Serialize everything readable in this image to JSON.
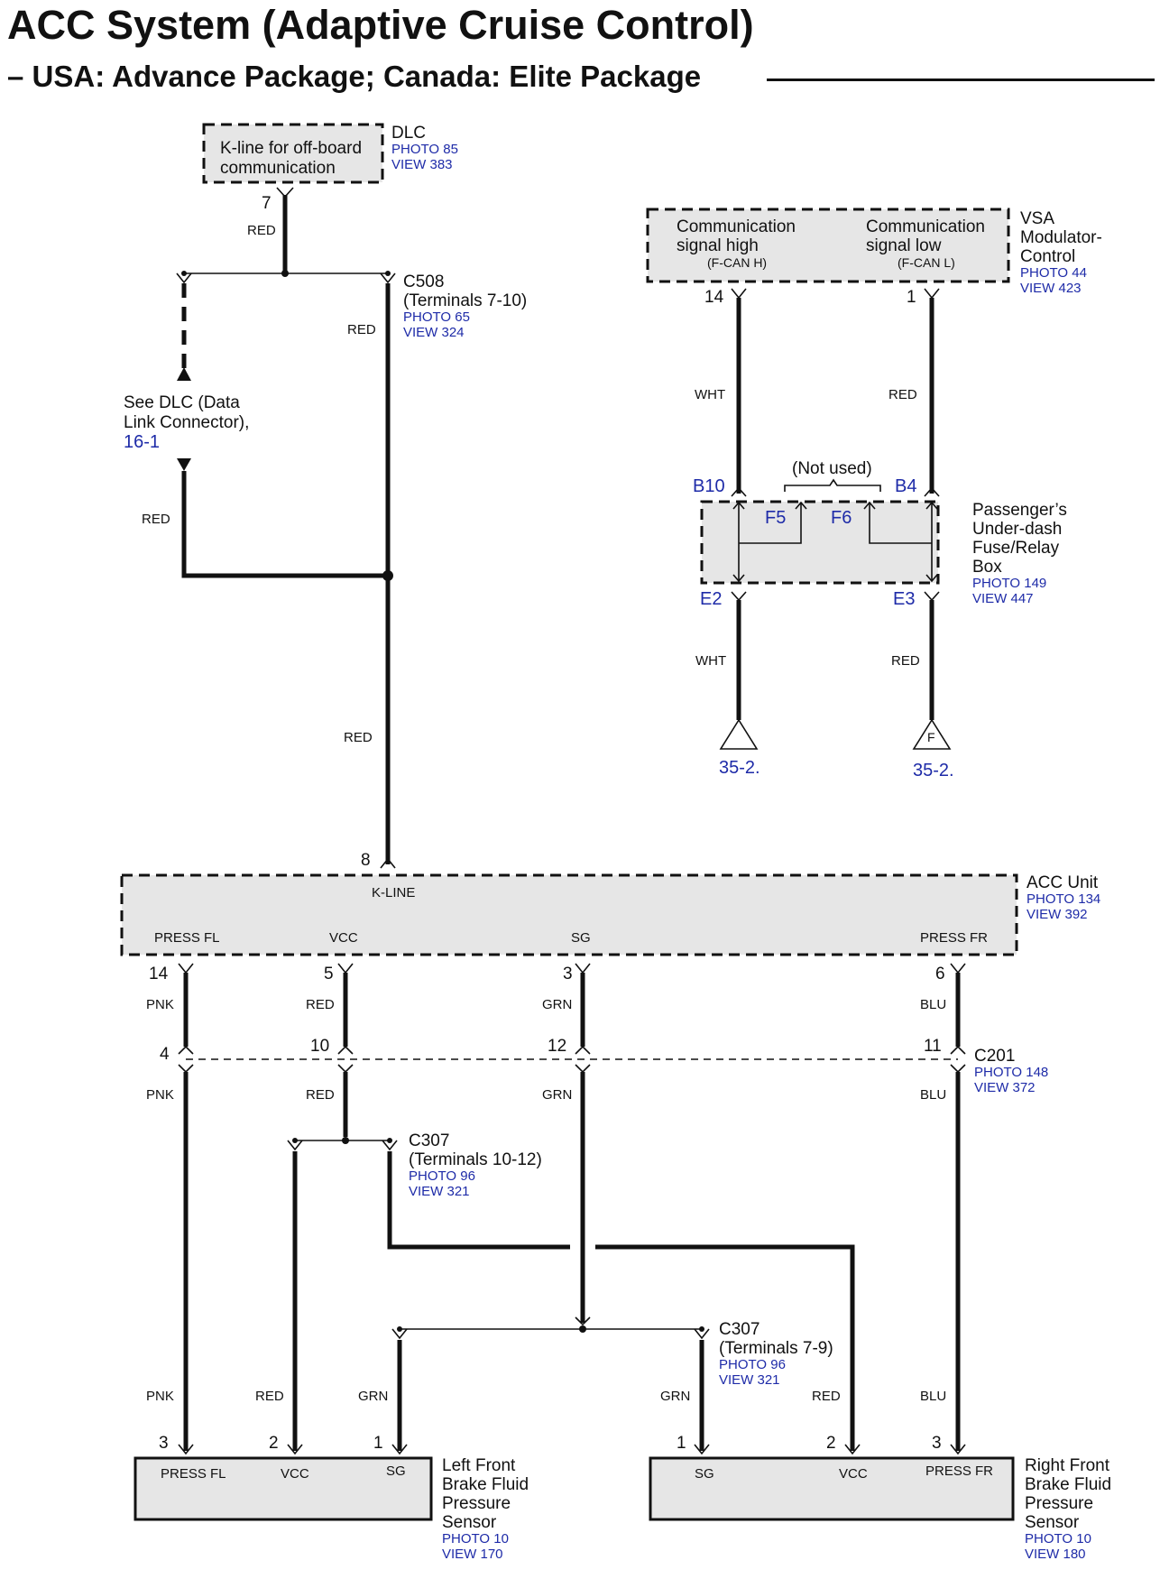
{
  "header": {
    "title": "ACC System (Adaptive Cruise Control)",
    "subtitle": "– USA: Advance Package; Canada: Elite Package"
  },
  "dlc": {
    "box_text_1": "K-line for off-board",
    "box_text_2": "communication",
    "name": "DLC",
    "photo": "PHOTO 85",
    "view": "VIEW 383",
    "pin": "7",
    "wire_color": "RED"
  },
  "c508": {
    "name": "C508",
    "terminals": "(Terminals 7-10)",
    "photo": "PHOTO 65",
    "view": "VIEW 324",
    "wire_color_right": "RED",
    "wire_color_left": "RED",
    "wire_color_lower": "RED"
  },
  "see_dlc": {
    "line1": "See DLC (Data",
    "line2": "Link Connector),",
    "ref": "16-1"
  },
  "vsa": {
    "left_line1": "Communication",
    "left_line2": "signal high",
    "left_sub": "(F-CAN H)",
    "right_line1": "Communication",
    "right_line2": "signal low",
    "right_sub": "(F-CAN L)",
    "name1": "VSA",
    "name2": "Modulator-",
    "name3": "Control",
    "photo": "PHOTO 44",
    "view": "VIEW 423",
    "pin_left": "14",
    "pin_right": "1",
    "wire_left": "WHT",
    "wire_right": "RED"
  },
  "fuse_box": {
    "not_used": "(Not used)",
    "pin_b10": "B10",
    "pin_b4": "B4",
    "pin_f5": "F5",
    "pin_f6": "F6",
    "pin_e2": "E2",
    "pin_e3": "E3",
    "name1": "Passenger’s",
    "name2": "Under-dash",
    "name3": "Fuse/Relay",
    "name4": "Box",
    "photo": "PHOTO 149",
    "view": "VIEW 447",
    "wire_left": "WHT",
    "wire_right": "RED",
    "ref_left": "35-2.",
    "ref_right": "35-2.",
    "ref_right_letter": "F"
  },
  "acc_unit": {
    "name": "ACC Unit",
    "photo": "PHOTO 134",
    "view": "VIEW 392",
    "kline": "K-LINE",
    "pin_kline": "8",
    "label_press_fl": "PRESS FL",
    "label_vcc": "VCC",
    "label_sg": "SG",
    "label_press_fr": "PRESS FR",
    "pin_press_fl": "14",
    "pin_vcc": "5",
    "pin_sg": "3",
    "pin_press_fr": "6",
    "wire_press_fl": "PNK",
    "wire_vcc": "RED",
    "wire_sg": "GRN",
    "wire_press_fr": "BLU"
  },
  "c201": {
    "name": "C201",
    "photo": "PHOTO 148",
    "view": "VIEW 372",
    "pin_1": "4",
    "pin_2": "10",
    "pin_3": "12",
    "pin_4": "11",
    "wire_1": "PNK",
    "wire_2": "RED",
    "wire_3": "GRN",
    "wire_4": "BLU"
  },
  "c307_upper": {
    "name": "C307",
    "terminals": "(Terminals 10-12)",
    "photo": "PHOTO 96",
    "view": "VIEW 321"
  },
  "c307_lower": {
    "name": "C307",
    "terminals": "(Terminals 7-9)",
    "photo": "PHOTO 96",
    "view": "VIEW 321"
  },
  "left_sensor": {
    "name1": "Left Front",
    "name2": "Brake Fluid",
    "name3": "Pressure",
    "name4": "Sensor",
    "photo": "PHOTO 10",
    "view": "VIEW 170",
    "label_press": "PRESS FL",
    "label_vcc": "VCC",
    "label_sg": "SG",
    "pin_press": "3",
    "pin_vcc": "2",
    "pin_sg": "1",
    "wire_press": "PNK",
    "wire_vcc": "RED",
    "wire_sg": "GRN"
  },
  "right_sensor": {
    "name1": "Right Front",
    "name2": "Brake Fluid",
    "name3": "Pressure",
    "name4": "Sensor",
    "photo": "PHOTO 10",
    "view": "VIEW 180",
    "label_sg": "SG",
    "label_vcc": "VCC",
    "label_press": "PRESS FR",
    "pin_sg": "1",
    "pin_vcc": "2",
    "pin_press": "3",
    "wire_sg": "GRN",
    "wire_vcc": "RED",
    "wire_press": "BLU"
  },
  "colors": {
    "wire": "#111111",
    "box_fill": "#e6e6e6",
    "reference_blue": "#1e2ba8"
  }
}
